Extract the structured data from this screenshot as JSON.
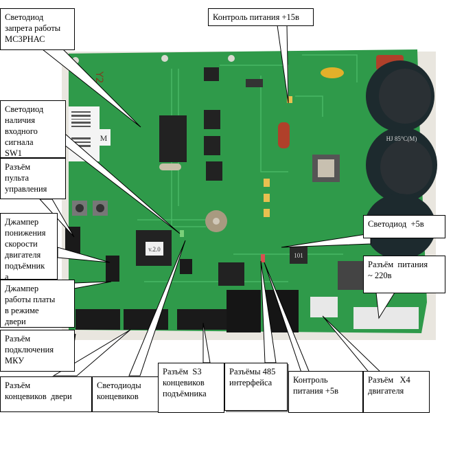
{
  "figure": {
    "title": "Board layout with labeled components",
    "board_colors": {
      "pcb": "#2f9a4a",
      "pcb_dark": "#1f7a38",
      "trace": "#3bb35c",
      "chip": "#222222",
      "capacitor": "#1d2a2e",
      "connector": "#1a1a1a",
      "white_conn": "#e8e8e8"
    },
    "board_markings": {
      "revision": "Y2",
      "label_m": "M",
      "chip_label": "v.2.0",
      "inductor": "101",
      "cap_text": "HJ 85°C(M)"
    }
  },
  "callouts": [
    {
      "id": "led-msz",
      "text": "Светодиод\nзапрета работы\nМС3РНАС"
    },
    {
      "id": "ctrl-15v",
      "text": "Контроль питания +15в"
    },
    {
      "id": "led-sw1",
      "text": "Светодиод\nналичия\nвходного\nсигнала\nSW1"
    },
    {
      "id": "remote-conn",
      "text": "Разъём\nпульта\nуправления"
    },
    {
      "id": "jumper-speed",
      "text": "Джампер\nпонижения\nскорости\nдвигателя\nподъёмник\nа"
    },
    {
      "id": "jumper-door",
      "text": "Джампер\nработы платы\nв режиме\nдвери"
    },
    {
      "id": "mku-conn",
      "text": "Разъём\nподключения\nМКУ"
    },
    {
      "id": "door-limit-conn",
      "text": "Разъём\nконцевиков  двери"
    },
    {
      "id": "limit-leds",
      "text": "Светодиоды\nконцевиков"
    },
    {
      "id": "s3-conn",
      "text": "Разъём  S3\nконцевиков\nподъёмника"
    },
    {
      "id": "rs485-conn",
      "text": "Разъёмы 485\nинтерфейса"
    },
    {
      "id": "ctrl-5v",
      "text": "Контроль\nпитания +5в"
    },
    {
      "id": "x4-conn",
      "text": "Разъём   Х4\nдвигателя"
    },
    {
      "id": "led-5v",
      "text": "Светодиод  +5в"
    },
    {
      "id": "power-conn",
      "text": "Разъём  питания\n~ 220в"
    }
  ]
}
